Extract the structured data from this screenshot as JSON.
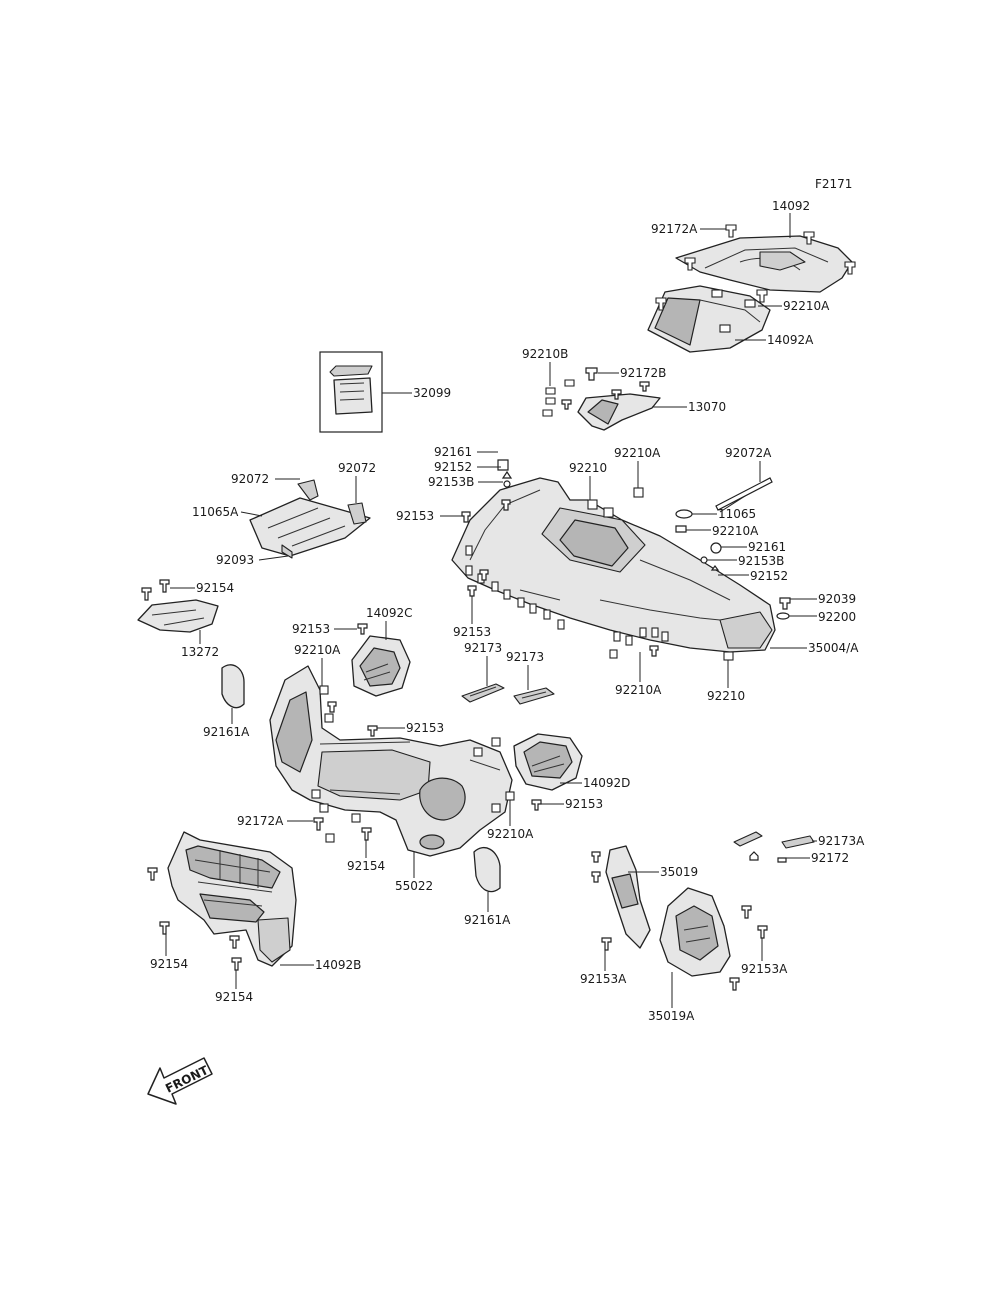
{
  "figure_code": "F2171",
  "front_label": "FRONT",
  "labels": {
    "l14092": "14092",
    "l92172A_top": "92172A",
    "l92210A_top": "92210A",
    "l14092A": "14092A",
    "l92210B": "92210B",
    "l92172B": "92172B",
    "l13070": "13070",
    "l32099": "32099",
    "l92161_a": "92161",
    "l92152_a": "92152",
    "l92153B_a": "92153B",
    "l92210_a": "92210",
    "l92210A_b": "92210A",
    "l92072A": "92072A",
    "l92072_a": "92072",
    "l92072_b": "92072",
    "l11065A": "11065A",
    "l92153_a": "92153",
    "l11065": "11065",
    "l92210A_c": "92210A",
    "l92161_b": "92161",
    "l92153B_b": "92153B",
    "l92152_b": "92152",
    "l92093": "92093",
    "l92154_a": "92154",
    "l92039": "92039",
    "l92200": "92200",
    "l13272": "13272",
    "l14092C": "14092C",
    "l92153_b": "92153",
    "l92153_c": "92153",
    "l35004A": "35004/A",
    "l92210A_d": "92210A",
    "l92173_a": "92173",
    "l92173_b": "92173",
    "l92210A_e": "92210A",
    "l92210_b": "92210",
    "l92161A_a": "92161A",
    "l92153_d": "92153",
    "l14092D": "14092D",
    "l92153_e": "92153",
    "l92210A_f": "92210A",
    "l92172A_b": "92172A",
    "l92173A": "92173A",
    "l92172": "92172",
    "l92154_b": "92154",
    "l55022": "55022",
    "l35019": "35019",
    "l92161A_b": "92161A",
    "l92154_c": "92154",
    "l14092B": "14092B",
    "l92153A_a": "92153A",
    "l92153A_b": "92153A",
    "l92154_d": "92154",
    "l35019A": "35019A"
  }
}
